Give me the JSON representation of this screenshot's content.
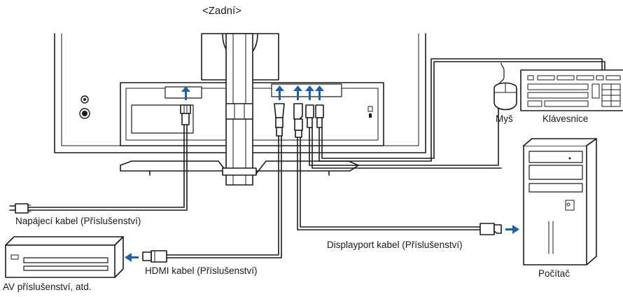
{
  "title": "<Zadní>",
  "labels": {
    "power_cable": "Napájecí kabel (Příslušenství)",
    "hdmi_cable": "HDMI kabel (Příslušenství)",
    "displayport_cable": "Displayport kabel (Příslušenství)",
    "av_device": "AV příslušenství, atd.",
    "computer": "Počítač",
    "mouse": "Myš",
    "keyboard": "Klávesnice"
  },
  "colors": {
    "line": "#1a1a1a",
    "port_arrow": "#1f5fa8",
    "direction_arrow": "#1f5fa8",
    "device_fill": "#ffffff"
  }
}
